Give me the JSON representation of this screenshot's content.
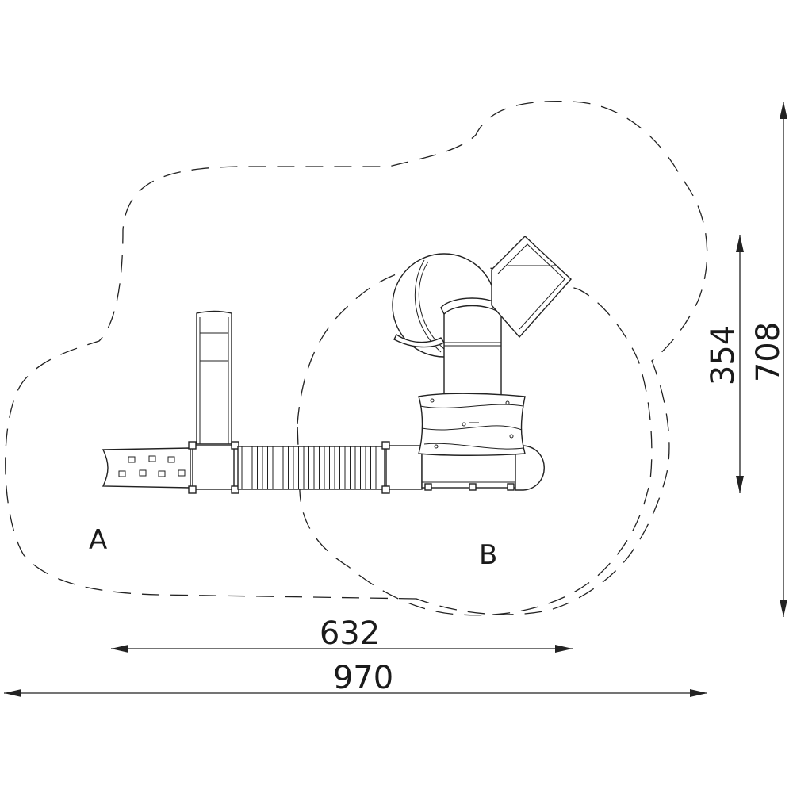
{
  "labels": {
    "zone_a": "A",
    "zone_b": "B"
  },
  "dimensions": {
    "inner_width": "632",
    "total_width": "970",
    "inner_height": "354",
    "total_height": "708"
  },
  "colors": {
    "line": "#222222",
    "background": "#ffffff"
  }
}
